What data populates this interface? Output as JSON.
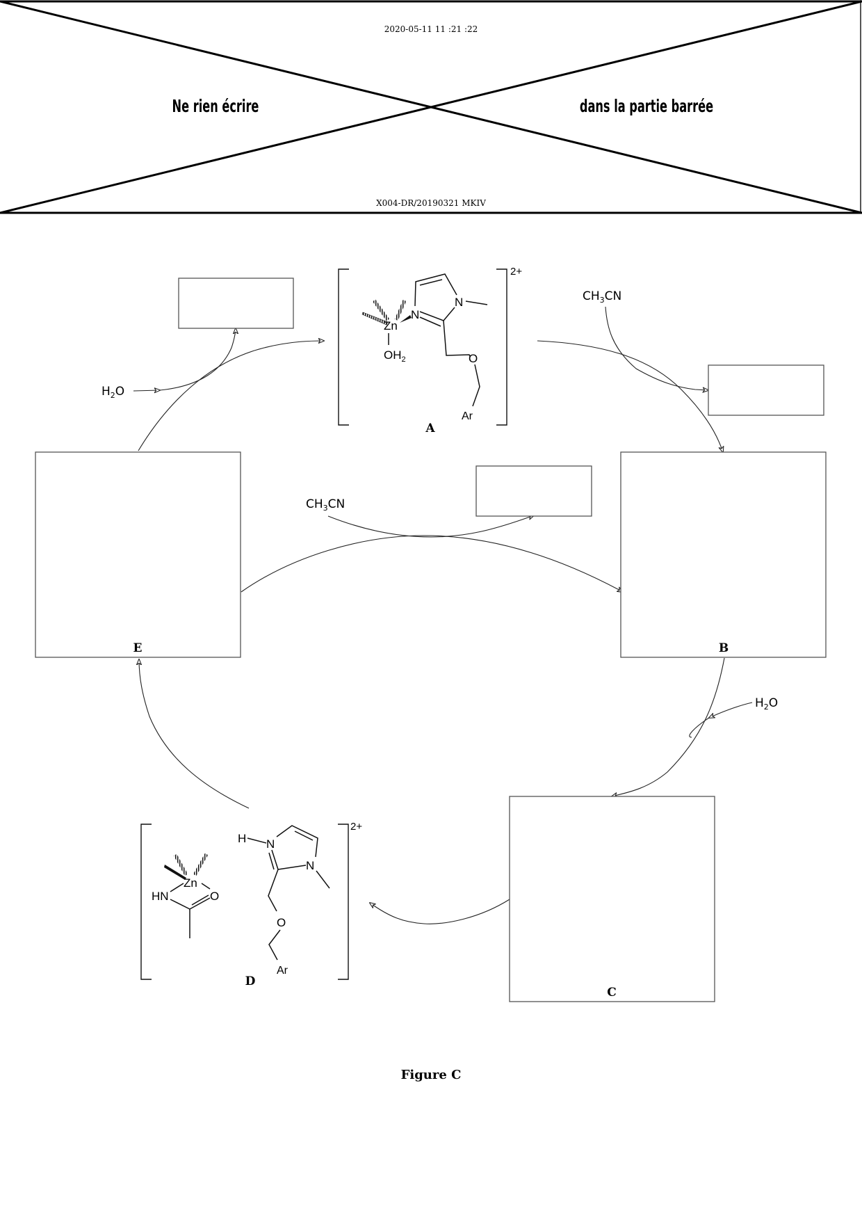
{
  "header": {
    "timestamp": "2020-05-11 11 :21 :22",
    "left_notice": "Ne rien écrire",
    "right_notice": "dans la partie barrée",
    "document_code": "X004-DR/20190321 MKIV"
  },
  "figure": {
    "caption": "Figure C",
    "reagents": {
      "h2o_left": "H2O",
      "ch3cn_top_right": "CH3CN",
      "ch3cn_middle": "CH3CN",
      "h2o_right": "H2O"
    },
    "species": {
      "A": {
        "label": "A",
        "charge": "2+",
        "atoms": {
          "metal": "Zn",
          "water": "OH2",
          "n1": "N",
          "n3": "N",
          "oxygen": "O",
          "aryl": "Ar"
        }
      },
      "B": {
        "label": "B"
      },
      "C": {
        "label": "C"
      },
      "D": {
        "label": "D",
        "charge": "2+",
        "atoms": {
          "metal": "Zn",
          "amide_n": "HN",
          "amide_o": "O",
          "h": "H",
          "n1": "N",
          "n3": "N",
          "oxygen": "O",
          "aryl": "Ar"
        }
      },
      "E": {
        "label": "E"
      }
    },
    "answer_boxes": [
      "",
      "",
      ""
    ]
  }
}
